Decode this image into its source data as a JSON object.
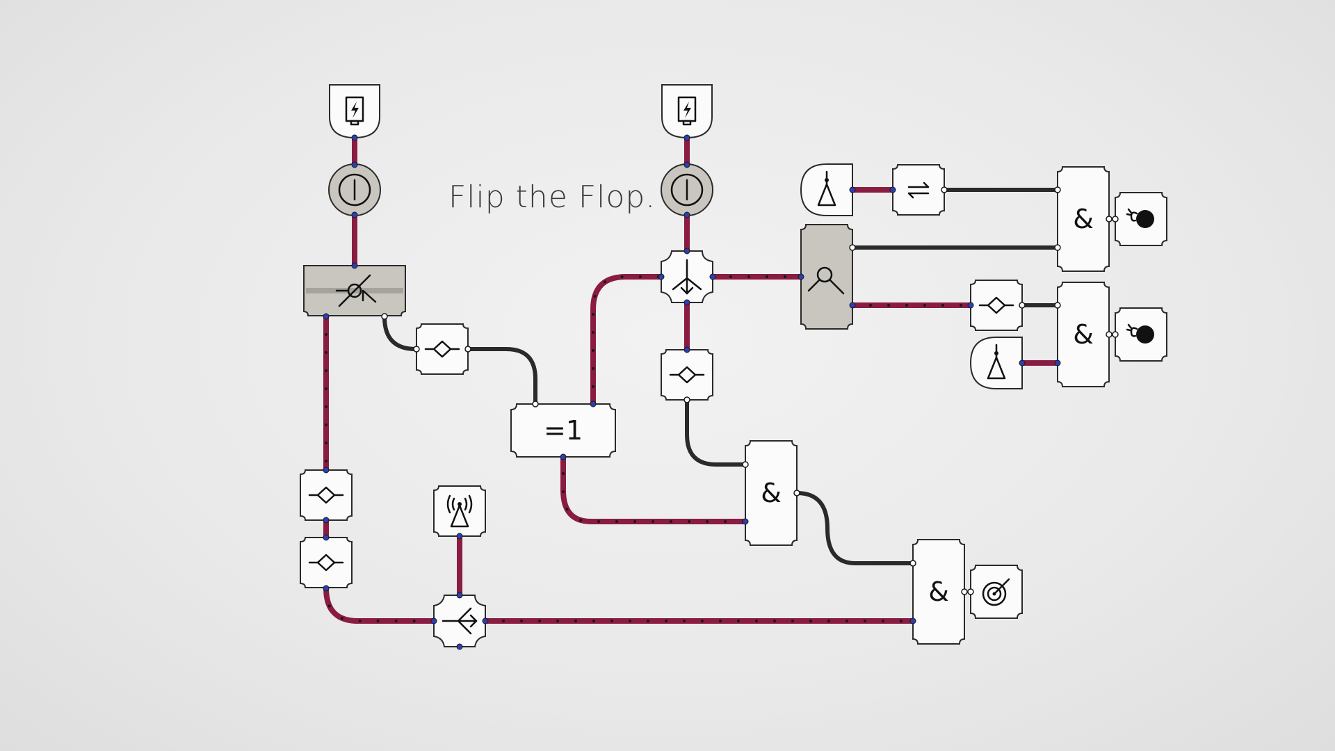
{
  "level": {
    "title": "Flip the Flop."
  },
  "gates": {
    "xor_label": "=1",
    "and_label": "&"
  },
  "colors": {
    "wire_live": "#8a1c44",
    "wire_off": "#2a2a2a",
    "port_live": "#2b3fb0",
    "node_fill": "#fbfbfb",
    "node_active_fill": "#c9c6c0"
  },
  "components": [
    {
      "id": "battery-1",
      "icon": "battery-icon"
    },
    {
      "id": "battery-2",
      "icon": "battery-icon"
    },
    {
      "id": "switch-1",
      "icon": "power-switch-icon"
    },
    {
      "id": "switch-2",
      "icon": "power-switch-icon"
    },
    {
      "id": "flipflop",
      "icon": "flip-flop-icon"
    },
    {
      "id": "splitter-1",
      "icon": "splitter-icon"
    },
    {
      "id": "splitter-2",
      "icon": "splitter-icon"
    },
    {
      "id": "delay-1",
      "icon": "diamond-delay-icon"
    },
    {
      "id": "delay-2",
      "icon": "diamond-delay-icon"
    },
    {
      "id": "delay-3",
      "icon": "diamond-delay-icon"
    },
    {
      "id": "delay-4",
      "icon": "diamond-delay-icon"
    },
    {
      "id": "delay-5",
      "icon": "diamond-delay-icon"
    },
    {
      "id": "antenna-1",
      "icon": "antenna-icon"
    },
    {
      "id": "antenna-2",
      "icon": "antenna-icon"
    },
    {
      "id": "antenna-3",
      "icon": "antenna-icon"
    },
    {
      "id": "inverter",
      "icon": "swap-arrows-icon"
    },
    {
      "id": "selector",
      "icon": "magnifier-icon"
    },
    {
      "id": "bomb-1",
      "icon": "bomb-icon"
    },
    {
      "id": "bomb-2",
      "icon": "bomb-icon"
    },
    {
      "id": "target",
      "icon": "target-icon"
    }
  ]
}
